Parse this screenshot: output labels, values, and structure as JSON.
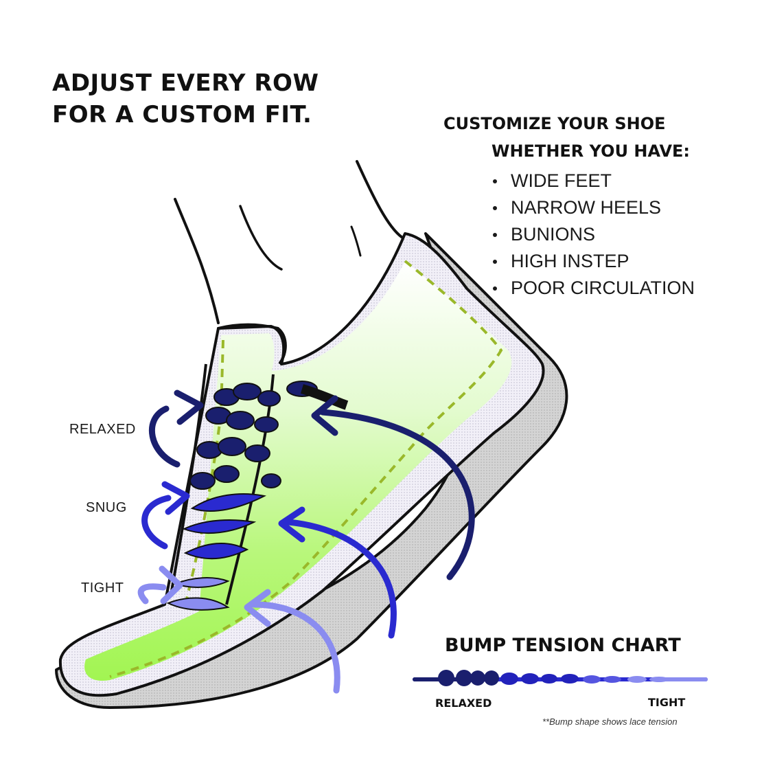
{
  "headline": {
    "line1": "ADJUST EVERY ROW",
    "line2": "FOR A CUSTOM FIT."
  },
  "customize": {
    "title_line1": "CUSTOMIZE YOUR SHOE",
    "title_line2": "WHETHER YOU HAVE:",
    "items": [
      "WIDE FEET",
      "NARROW HEELS",
      "BUNIONS",
      "HIGH INSTEP",
      "POOR CIRCULATION"
    ]
  },
  "tension_labels": {
    "relaxed": "RELAXED",
    "snug": "SNUG",
    "tight": "TIGHT"
  },
  "chart": {
    "title": "BUMP TENSION CHART",
    "left_label": "RELAXED",
    "right_label": "TIGHT",
    "note": "**Bump shape shows lace tension"
  },
  "colors": {
    "relaxed": "#1a1f6e",
    "snug": "#2a2ad0",
    "tight": "#8a8cf0",
    "foot_fill": "#a6f55a",
    "sole": "#cfcfcf",
    "outline": "#111111",
    "dash": "#9ab82a"
  }
}
